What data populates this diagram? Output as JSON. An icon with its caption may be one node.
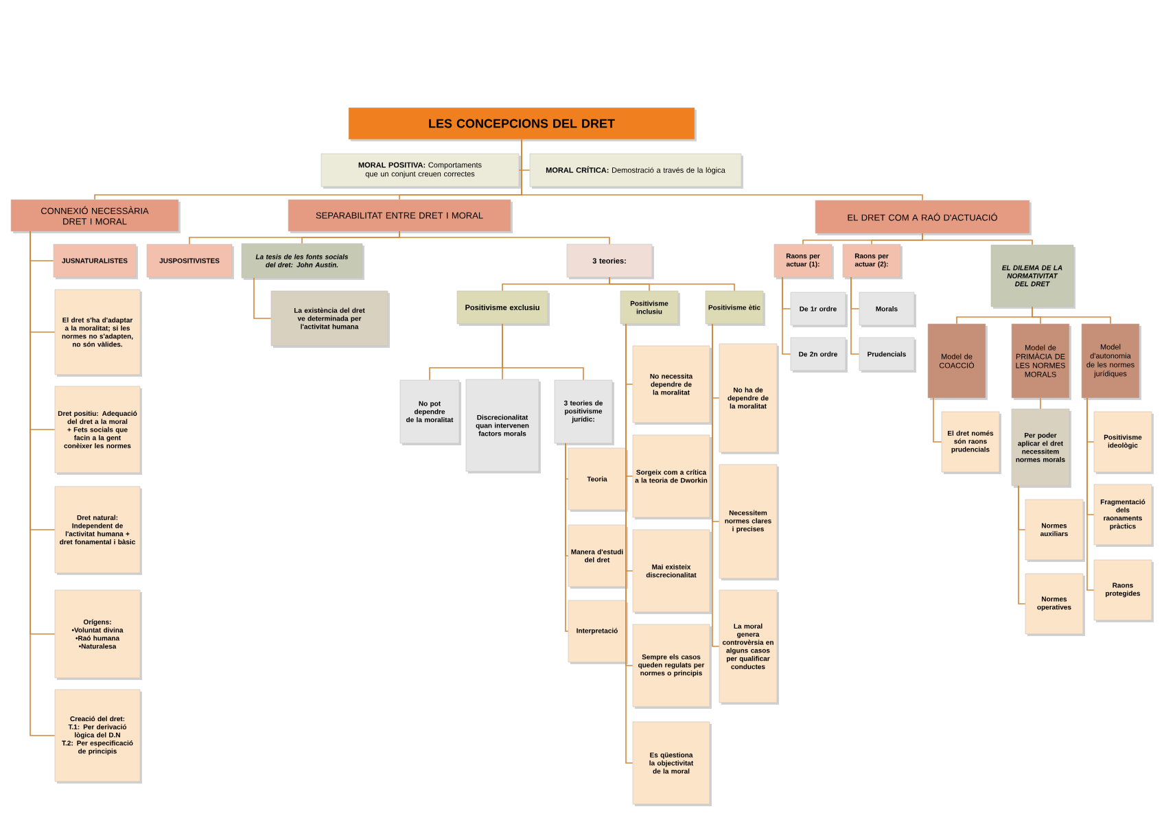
{
  "diagram": {
    "nodes": [
      {
        "text": [
          "LES CONCEPCIONS DEL DRET"
        ]
      },
      {
        "text": [
          "**MORAL POSITIVA:** Comportaments que un conjunt creuen correctes"
        ]
      },
      {
        "text": [
          "**MORAL CRÍTICA:** Demostració a través de la lògica"
        ]
      },
      {
        "text": [
          "CONNEXIÓ NECESSÀRIA DRET I MORAL"
        ]
      },
      {
        "text": [
          "SEPARABILITAT ENTRE DRET I MORAL"
        ]
      },
      {
        "text": [
          "EL DRET COM A RAÓ D'ACTUACIÓ"
        ]
      },
      {
        "text": [
          "JUSNATURALISTES"
        ]
      },
      {
        "text": [
          "JUSPOSITIVISTES"
        ]
      },
      {
        "text": [
          "La tesis de les fonts socials del dret: John Austin."
        ]
      },
      {
        "text": [
          "3 teories:"
        ]
      },
      {
        "text": [
          "La existència del dret ve determinada per l'activitat humana"
        ]
      },
      {
        "text": [
          "El dret s'ha d'adaptar a la moralitat; si les normes no s'adapten, no són vàlides."
        ]
      },
      {
        "text": [
          "Positivisme exclusiu"
        ]
      },
      {
        "text": [
          "Positivisme inclusiu"
        ]
      },
      {
        "text": [
          "Positivisme ètic"
        ]
      },
      {
        "text": [
          "Raons per actuar (1):"
        ]
      },
      {
        "text": [
          "Raons per actuar (2):"
        ]
      },
      {
        "text": [
          "EL DILEMA DE LA NORMATIVITAT DEL DRET"
        ]
      },
      {
        "text": [
          "De 1r ordre"
        ]
      },
      {
        "text": [
          "Morals"
        ]
      },
      {
        "text": [
          "De 2n ordre"
        ]
      },
      {
        "text": [
          "Prudencials"
        ]
      },
      {
        "text": [
          "Model de COACCIÓ"
        ]
      },
      {
        "text": [
          "Model de PRIMÀCIA DE LES NORMES MORALS"
        ]
      },
      {
        "text": [
          "Model d'autonomia de les normes jurídiques"
        ]
      },
      {
        "text": [
          "El dret només són raons prudencials"
        ]
      },
      {
        "text": [
          "Per poder aplicar el dret necessitem normes morals"
        ]
      },
      {
        "text": [
          "Positivisme ideològic"
        ]
      },
      {
        "text": [
          "Normes auxiliars"
        ]
      },
      {
        "text": [
          "Fragmentació dels raonaments pràctics"
        ]
      },
      {
        "text": [
          "Normes operatives"
        ]
      },
      {
        "text": [
          "Raons protegides"
        ]
      },
      {
        "text": [
          "Dret positiu: Adequació del dret a la moral + Fets socials que facin a la gent conèixer les normes"
        ]
      },
      {
        "text": [
          "Dret natural: Independent de l'activitat humana + dret fonamental i bàsic"
        ]
      },
      {
        "text": [
          "Orígens:",
          "•Voluntat divina",
          "•Raó humana",
          "•Naturalesa"
        ]
      },
      {
        "text": [
          "Creació del dret:",
          "T.1: Per derivació lògica del D.N",
          "T.2: Per especificació de principis"
        ]
      },
      {
        "text": [
          "No pot dependre de la moralitat"
        ]
      },
      {
        "text": [
          "Discrecionalitat quan intervenen factors morals"
        ]
      },
      {
        "text": [
          "3 teories de positivisme jurídic:"
        ]
      },
      {
        "text": [
          "Teoria"
        ]
      },
      {
        "text": [
          "Manera d'estudi del dret"
        ]
      },
      {
        "text": [
          "Interpretació"
        ]
      },
      {
        "text": [
          "No necessita dependre de la moralitat"
        ]
      },
      {
        "text": [
          "Sorgeix com a crítica a la teoria de Dworkin"
        ]
      },
      {
        "text": [
          "Mai existeix discrecionalitat"
        ]
      },
      {
        "text": [
          "Sempre els casos queden regulats per normes o principis"
        ]
      },
      {
        "text": [
          "Es qüestiona la objectivitat de la moral"
        ]
      },
      {
        "text": [
          "No ha de dependre de la moralitat"
        ]
      },
      {
        "text": [
          "Necessitem normes clares i precises"
        ]
      },
      {
        "text": [
          "La moral genera controvèrsia en alguns casos per qualificar conductes"
        ]
      }
    ],
    "edges": [
      {
        "from": 0,
        "to": 1,
        "arrow": "none"
      },
      {
        "from": 0,
        "to": 2,
        "arrow": "none"
      },
      {
        "from": 0,
        "to": 3,
        "arrow": "none"
      },
      {
        "from": 0,
        "to": 4,
        "arrow": "none"
      },
      {
        "from": 0,
        "to": 5,
        "arrow": "none"
      },
      {
        "from": 3,
        "to": 6,
        "arrow": "none"
      },
      {
        "from": 3,
        "to": 11,
        "arrow": "none"
      },
      {
        "from": 3,
        "to": 32,
        "arrow": "none"
      },
      {
        "from": 3,
        "to": 33,
        "arrow": "none"
      },
      {
        "from": 3,
        "to": 34,
        "arrow": "none"
      },
      {
        "from": 3,
        "to": 35,
        "arrow": "none"
      },
      {
        "from": 4,
        "to": 7,
        "arrow": "none"
      },
      {
        "from": 4,
        "to": 8,
        "arrow": "none"
      },
      {
        "from": 4,
        "to": 9,
        "arrow": "none"
      },
      {
        "from": 8,
        "to": 10,
        "arrow": "none"
      },
      {
        "from": 9,
        "to": 12,
        "arrow": "none"
      },
      {
        "from": 9,
        "to": 13,
        "arrow": "none"
      },
      {
        "from": 9,
        "to": 14,
        "arrow": "none"
      },
      {
        "from": 12,
        "to": 36,
        "arrow": "none"
      },
      {
        "from": 12,
        "to": 37,
        "arrow": "none"
      },
      {
        "from": 12,
        "to": 38,
        "arrow": "none"
      },
      {
        "from": 38,
        "to": 39,
        "arrow": "none"
      },
      {
        "from": 38,
        "to": 40,
        "arrow": "none"
      },
      {
        "from": 38,
        "to": 41,
        "arrow": "none"
      },
      {
        "from": 13,
        "to": 42,
        "arrow": "none"
      },
      {
        "from": 13,
        "to": 43,
        "arrow": "none"
      },
      {
        "from": 13,
        "to": 44,
        "arrow": "none"
      },
      {
        "from": 13,
        "to": 45,
        "arrow": "none"
      },
      {
        "from": 13,
        "to": 46,
        "arrow": "none"
      },
      {
        "from": 14,
        "to": 47,
        "arrow": "none"
      },
      {
        "from": 14,
        "to": 48,
        "arrow": "none"
      },
      {
        "from": 14,
        "to": 49,
        "arrow": "none"
      },
      {
        "from": 5,
        "to": 15,
        "arrow": "none"
      },
      {
        "from": 5,
        "to": 16,
        "arrow": "none"
      },
      {
        "from": 5,
        "to": 17,
        "arrow": "none"
      },
      {
        "from": 15,
        "to": 18,
        "arrow": "none"
      },
      {
        "from": 15,
        "to": 20,
        "arrow": "none"
      },
      {
        "from": 16,
        "to": 19,
        "arrow": "none"
      },
      {
        "from": 16,
        "to": 21,
        "arrow": "none"
      },
      {
        "from": 17,
        "to": 22,
        "arrow": "none"
      },
      {
        "from": 17,
        "to": 23,
        "arrow": "none"
      },
      {
        "from": 17,
        "to": 24,
        "arrow": "none"
      },
      {
        "from": 22,
        "to": 25,
        "arrow": "none"
      },
      {
        "from": 23,
        "to": 26,
        "arrow": "none"
      },
      {
        "from": 24,
        "to": 27,
        "arrow": "none"
      },
      {
        "from": 24,
        "to": 29,
        "arrow": "none"
      },
      {
        "from": 24,
        "to": 31,
        "arrow": "none"
      },
      {
        "from": 26,
        "to": 28,
        "arrow": "none"
      },
      {
        "from": 26,
        "to": 30,
        "arrow": "none"
      }
    ]
  }
}
